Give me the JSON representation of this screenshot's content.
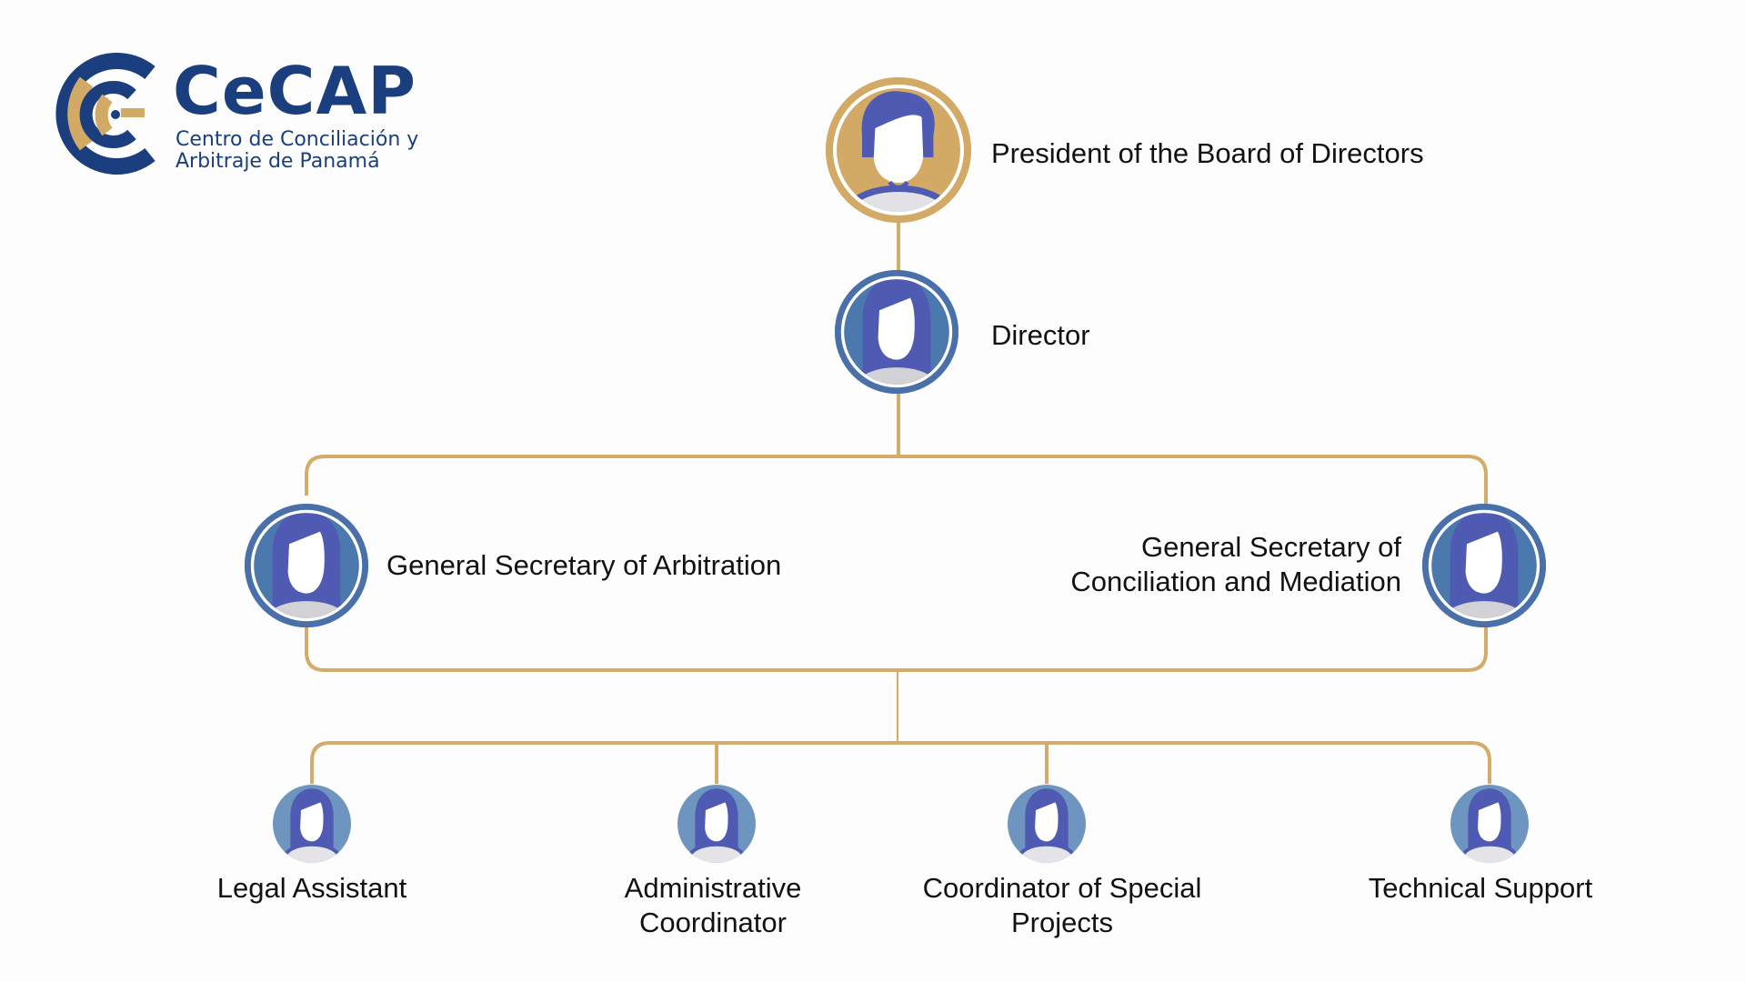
{
  "logo": {
    "name": "CeCAP",
    "subtitle_line1": "Centro de Conciliación y",
    "subtitle_line2": "Arbitraje de Panamá"
  },
  "colors": {
    "navy": "#1b3f7e",
    "gold": "#d2aa66",
    "connector": "#d4ac6a",
    "avatar_ring_blue": "#4a70aa",
    "avatar_halo_blue": "#4c79ad",
    "avatar_light_blue": "#6e95bf",
    "avatar_indigo": "#4f5ab2",
    "avatar_body": "#d2d2d6"
  },
  "org": {
    "president": {
      "title": "President of the Board of Directors",
      "avatar": "male-avatar-icon"
    },
    "director": {
      "title": "Director",
      "avatar": "female-avatar-icon"
    },
    "secretaries": [
      {
        "title": "General Secretary of Arbitration",
        "avatar": "female-avatar-icon"
      },
      {
        "title_line1": "General Secretary of",
        "title_line2": "Conciliation and Mediation",
        "avatar": "female-avatar-icon"
      }
    ],
    "staff": [
      {
        "title_line1": "Legal Assistant",
        "title_line2": "",
        "avatar": "female-avatar-icon"
      },
      {
        "title_line1": "Administrative",
        "title_line2": "Coordinator",
        "avatar": "female-avatar-icon"
      },
      {
        "title_line1": "Coordinator of Special",
        "title_line2": "Projects",
        "avatar": "female-avatar-icon"
      },
      {
        "title_line1": "Technical Support",
        "title_line2": "",
        "avatar": "female-avatar-icon"
      }
    ]
  }
}
